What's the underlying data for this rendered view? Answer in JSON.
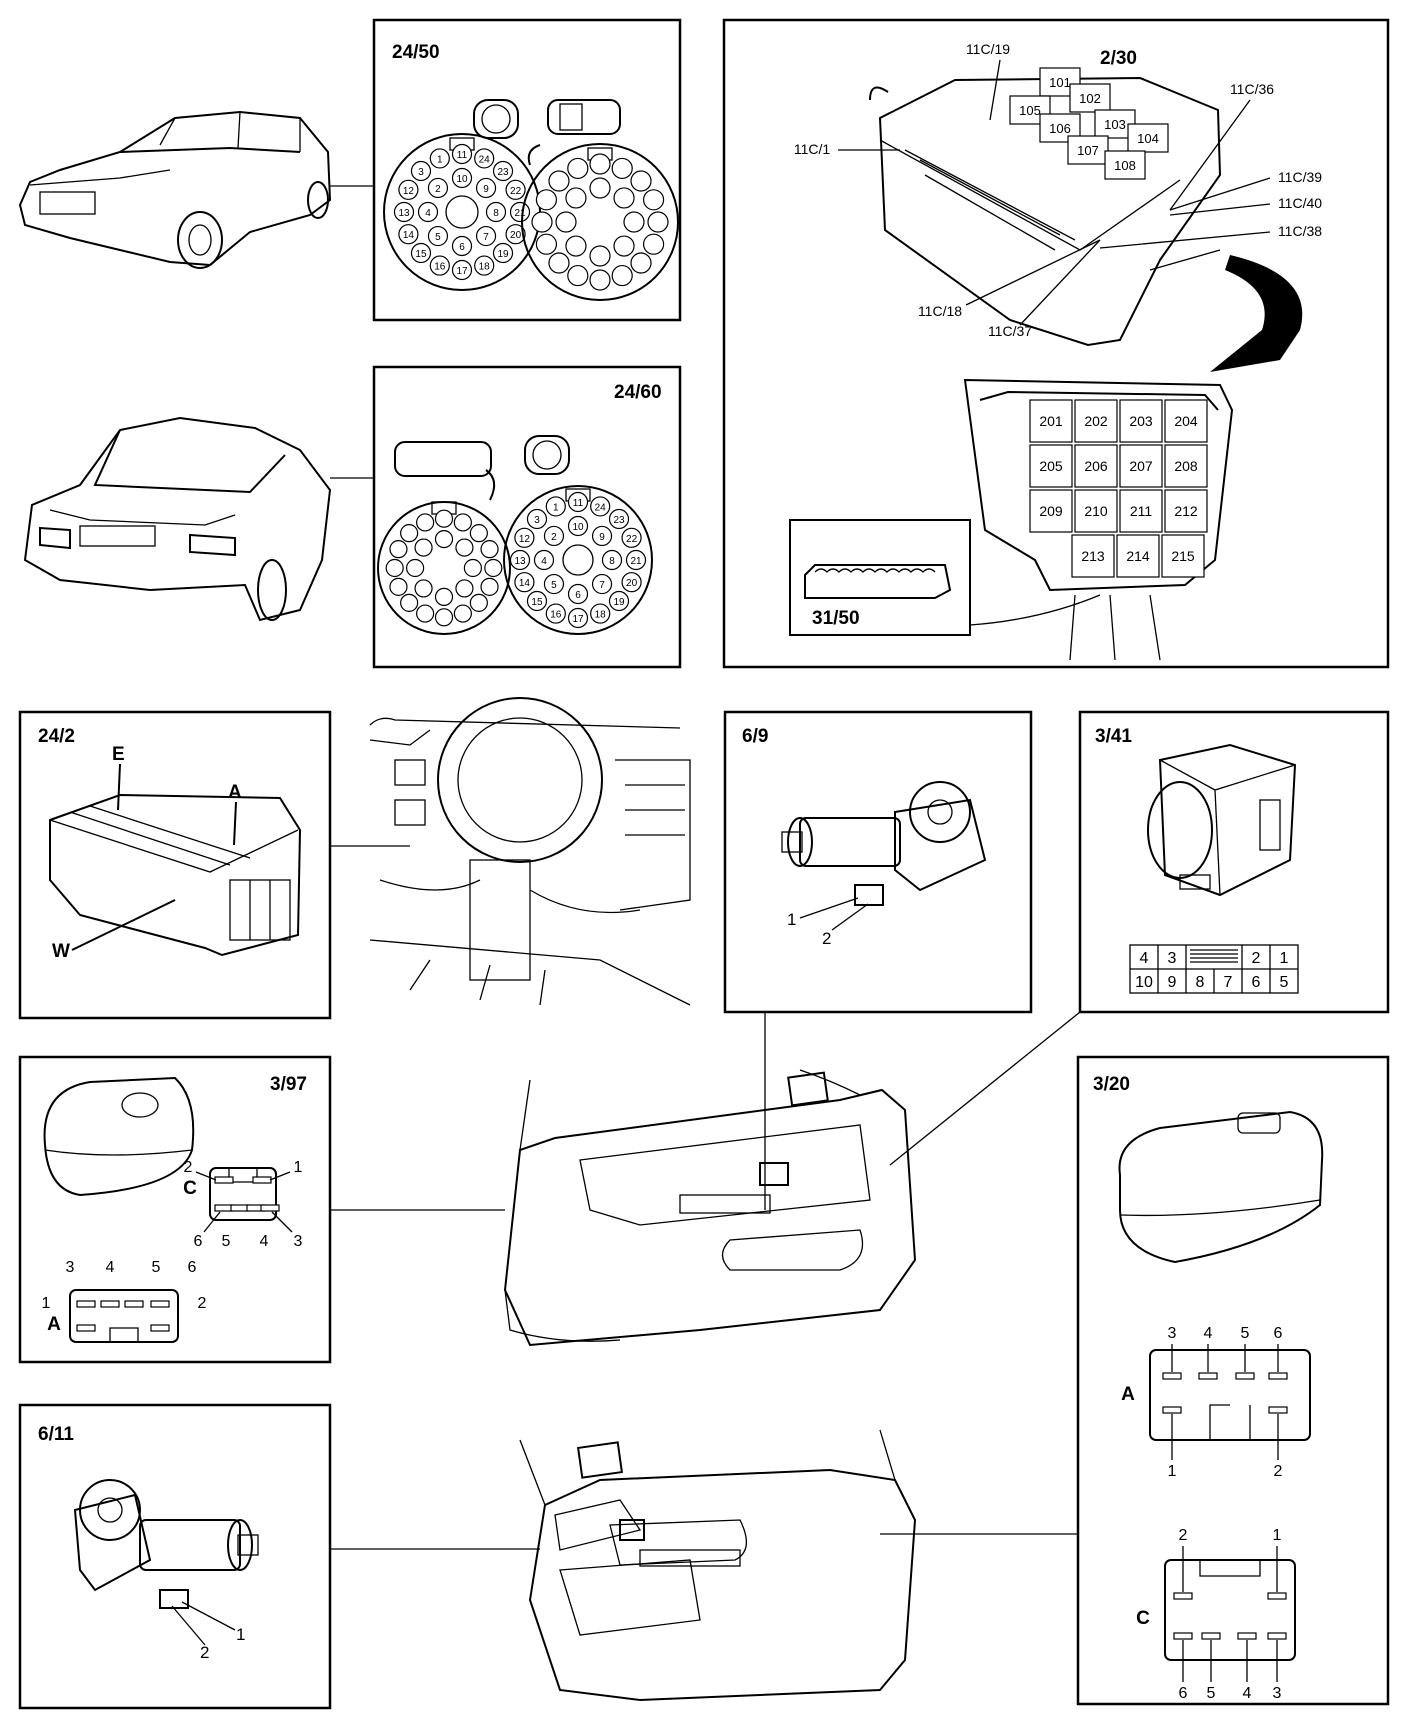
{
  "panels": {
    "p2450": {
      "code": "24/50",
      "pins": [
        "1",
        "2",
        "3",
        "4",
        "5",
        "6",
        "7",
        "8",
        "9",
        "10",
        "11",
        "12",
        "13",
        "14",
        "15",
        "16",
        "17",
        "18",
        "19",
        "20",
        "21",
        "22",
        "23",
        "24"
      ]
    },
    "p2460": {
      "code": "24/60"
    },
    "p230": {
      "code": "2/30",
      "callouts": [
        "11C/19",
        "11C/1",
        "11C/36",
        "11C/39",
        "11C/40",
        "11C/38",
        "11C/18",
        "11C/37"
      ],
      "upper_relays": [
        "101",
        "102",
        "105",
        "106",
        "103",
        "104",
        "107",
        "108"
      ],
      "lower_relays": [
        "201",
        "202",
        "203",
        "204",
        "205",
        "206",
        "207",
        "208",
        "209",
        "210",
        "211",
        "212",
        "213",
        "214",
        "215"
      ],
      "inset_code": "31/50"
    },
    "p242": {
      "code": "24/2",
      "label_e": "E",
      "label_a": "A",
      "label_w": "W"
    },
    "p69": {
      "code": "6/9",
      "pin1": "1",
      "pin2": "2"
    },
    "p341": {
      "code": "3/41",
      "row1": [
        "4",
        "3",
        "",
        "2",
        "1"
      ],
      "row2": [
        "10",
        "9",
        "8",
        "7",
        "6",
        "5"
      ]
    },
    "p397": {
      "code": "3/97",
      "conn_c_label": "C",
      "conn_c_top": [
        "2",
        "1"
      ],
      "conn_c_bottom": [
        "6",
        "5",
        "4",
        "3"
      ],
      "conn_a_label": "A",
      "conn_a_top": [
        "3",
        "4",
        "5",
        "6"
      ],
      "conn_a_side": [
        "1",
        "2"
      ]
    },
    "p320": {
      "code": "3/20",
      "conn_a_label": "A",
      "conn_a_top": [
        "3",
        "4",
        "5",
        "6"
      ],
      "conn_a_bottom": [
        "1",
        "2"
      ],
      "conn_c_label": "C",
      "conn_c_top": [
        "2",
        "1"
      ],
      "conn_c_bottom": [
        "6",
        "5",
        "4",
        "3"
      ]
    },
    "p611": {
      "code": "6/11",
      "pin2": "2",
      "pin1": "1"
    }
  }
}
